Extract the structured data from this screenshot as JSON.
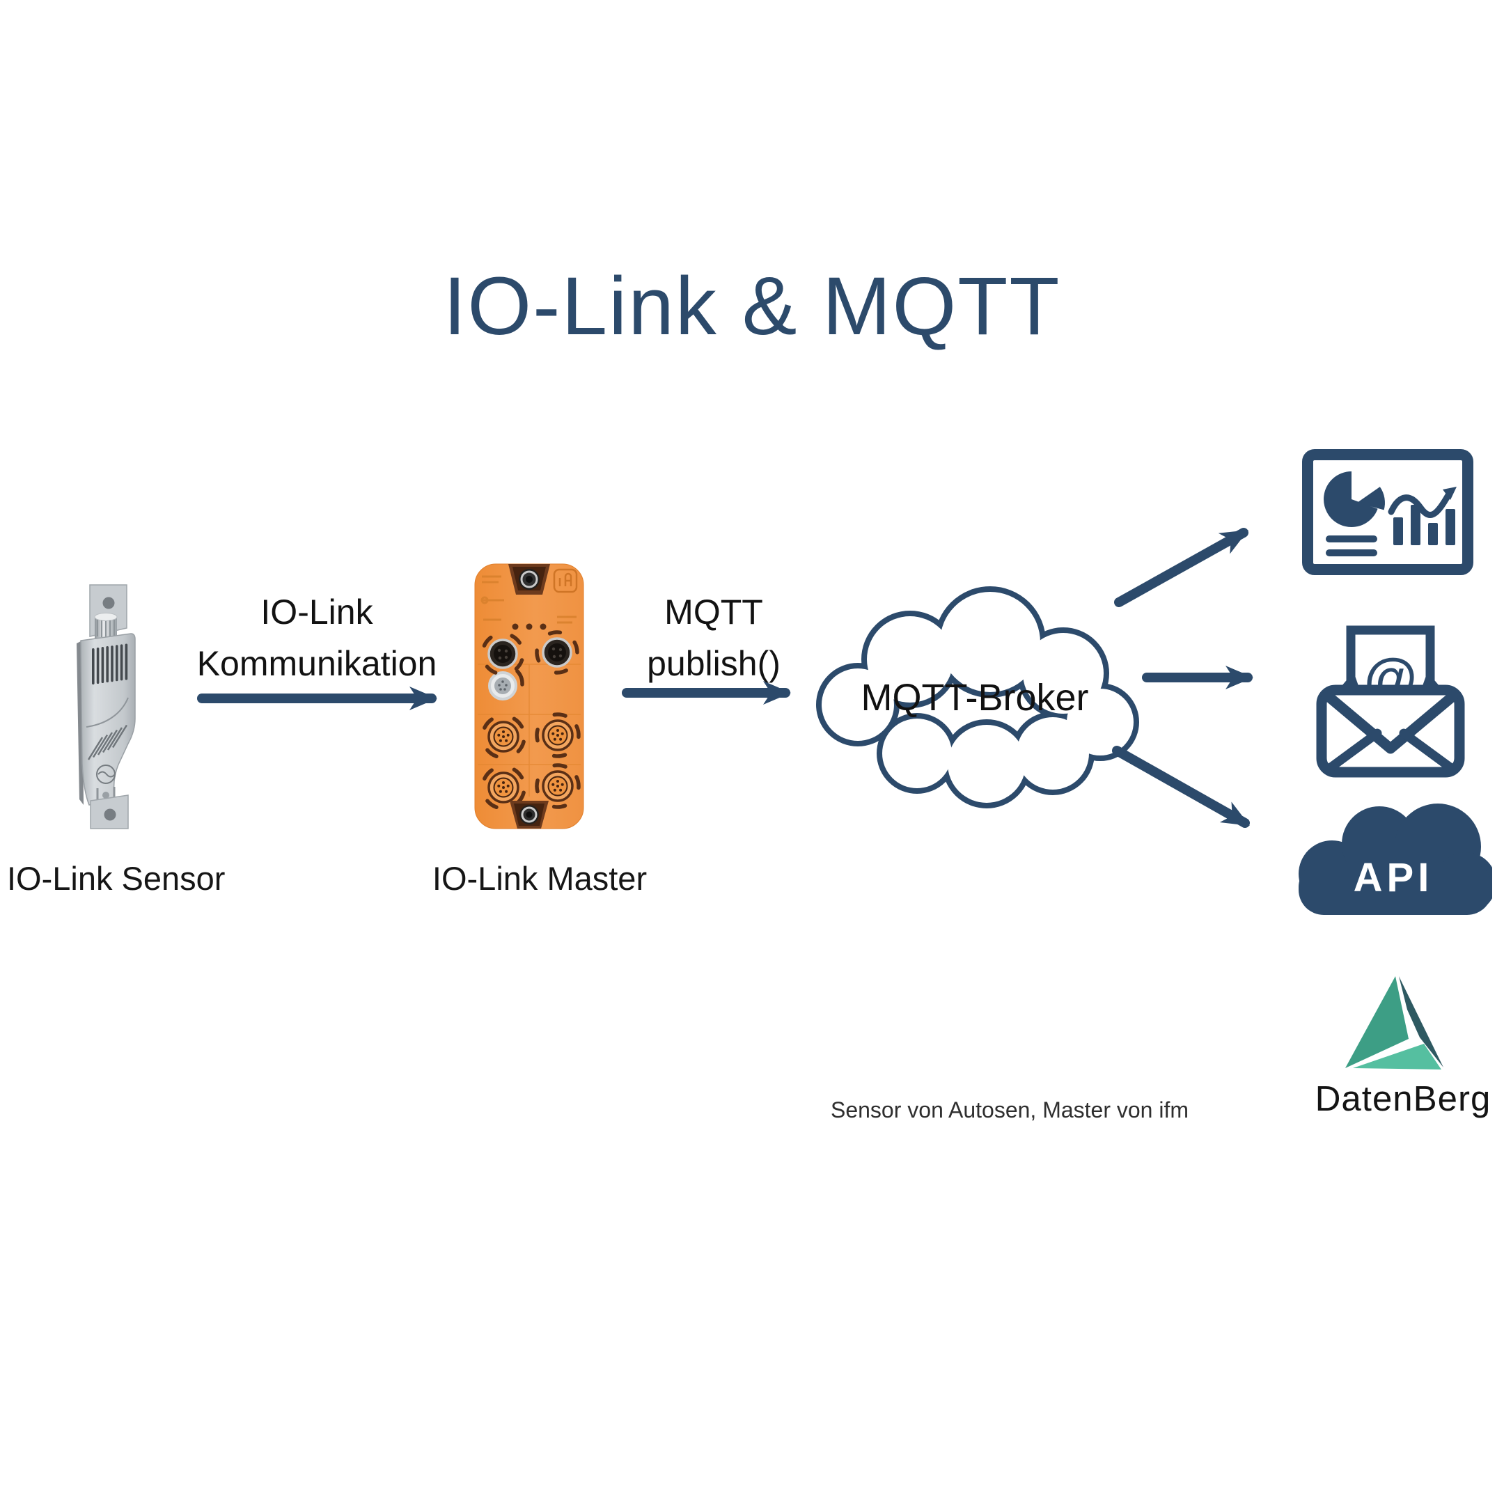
{
  "title": "IO-Link & MQTT",
  "nodes": {
    "sensor": {
      "label": "IO-Link Sensor",
      "image": "gray-io-link-sensor-photo"
    },
    "master": {
      "label": "IO-Link Master",
      "image": "orange-ifm-io-link-master-photo"
    },
    "broker": {
      "label": "MQTT-Broker",
      "shape": "cloud-outline"
    }
  },
  "edges": {
    "sensor_to_master": {
      "label_line1": "IO-Link",
      "label_line2": "Kommunikation"
    },
    "master_to_broker": {
      "label_line1": "MQTT",
      "label_line2": "publish()"
    }
  },
  "outputs": {
    "dashboard": {
      "icon": "dashboard-chart-icon"
    },
    "email": {
      "icon": "email-at-icon"
    },
    "api": {
      "icon": "api-cloud-icon",
      "label": "API"
    }
  },
  "branding": {
    "logo_text": "DatenBerg",
    "logo_icon": "teal-tetrahedron"
  },
  "caption": "Sensor von Autosen, Master von ifm",
  "colors": {
    "accent_navy": "#2c4a6b",
    "text_black": "#161616",
    "master_orange": "#f0913f",
    "sensor_gray": "#c9ced1",
    "logo_teal_left": "#3d9e85",
    "logo_teal_right": "#2e5961",
    "logo_teal_bottom": "#55bfa0"
  }
}
